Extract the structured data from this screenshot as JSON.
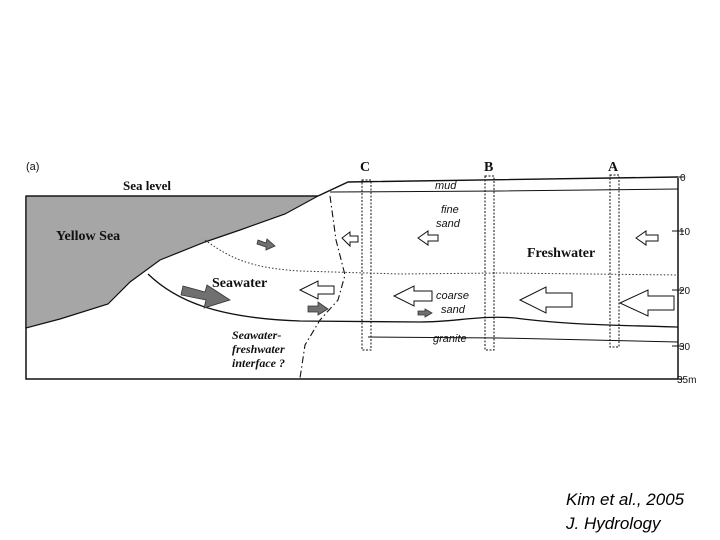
{
  "figure": {
    "panel_label": "(a)",
    "sea_level_label": "Sea level",
    "sea_name": "Yellow Sea",
    "wells": [
      "C",
      "B",
      "A"
    ],
    "layers": {
      "mud": "mud",
      "fine_sand": [
        "fine",
        "sand"
      ],
      "coarse_sand": [
        "coarse",
        "sand"
      ],
      "granite": "granite"
    },
    "seawater_label": "Seawater",
    "freshwater_label": "Freshwater",
    "interface_label": [
      "Seawater-",
      "freshwater",
      "interface ?"
    ],
    "depth_ticks": [
      "0",
      "10",
      "20",
      "30",
      "35m"
    ],
    "colors": {
      "sea_fill": "#a6a6a6",
      "seawater_arrow": "#707070",
      "outline": "#111111"
    }
  },
  "citation": {
    "line1": "Kim et al., 2005",
    "line2": "J. Hydrology"
  }
}
